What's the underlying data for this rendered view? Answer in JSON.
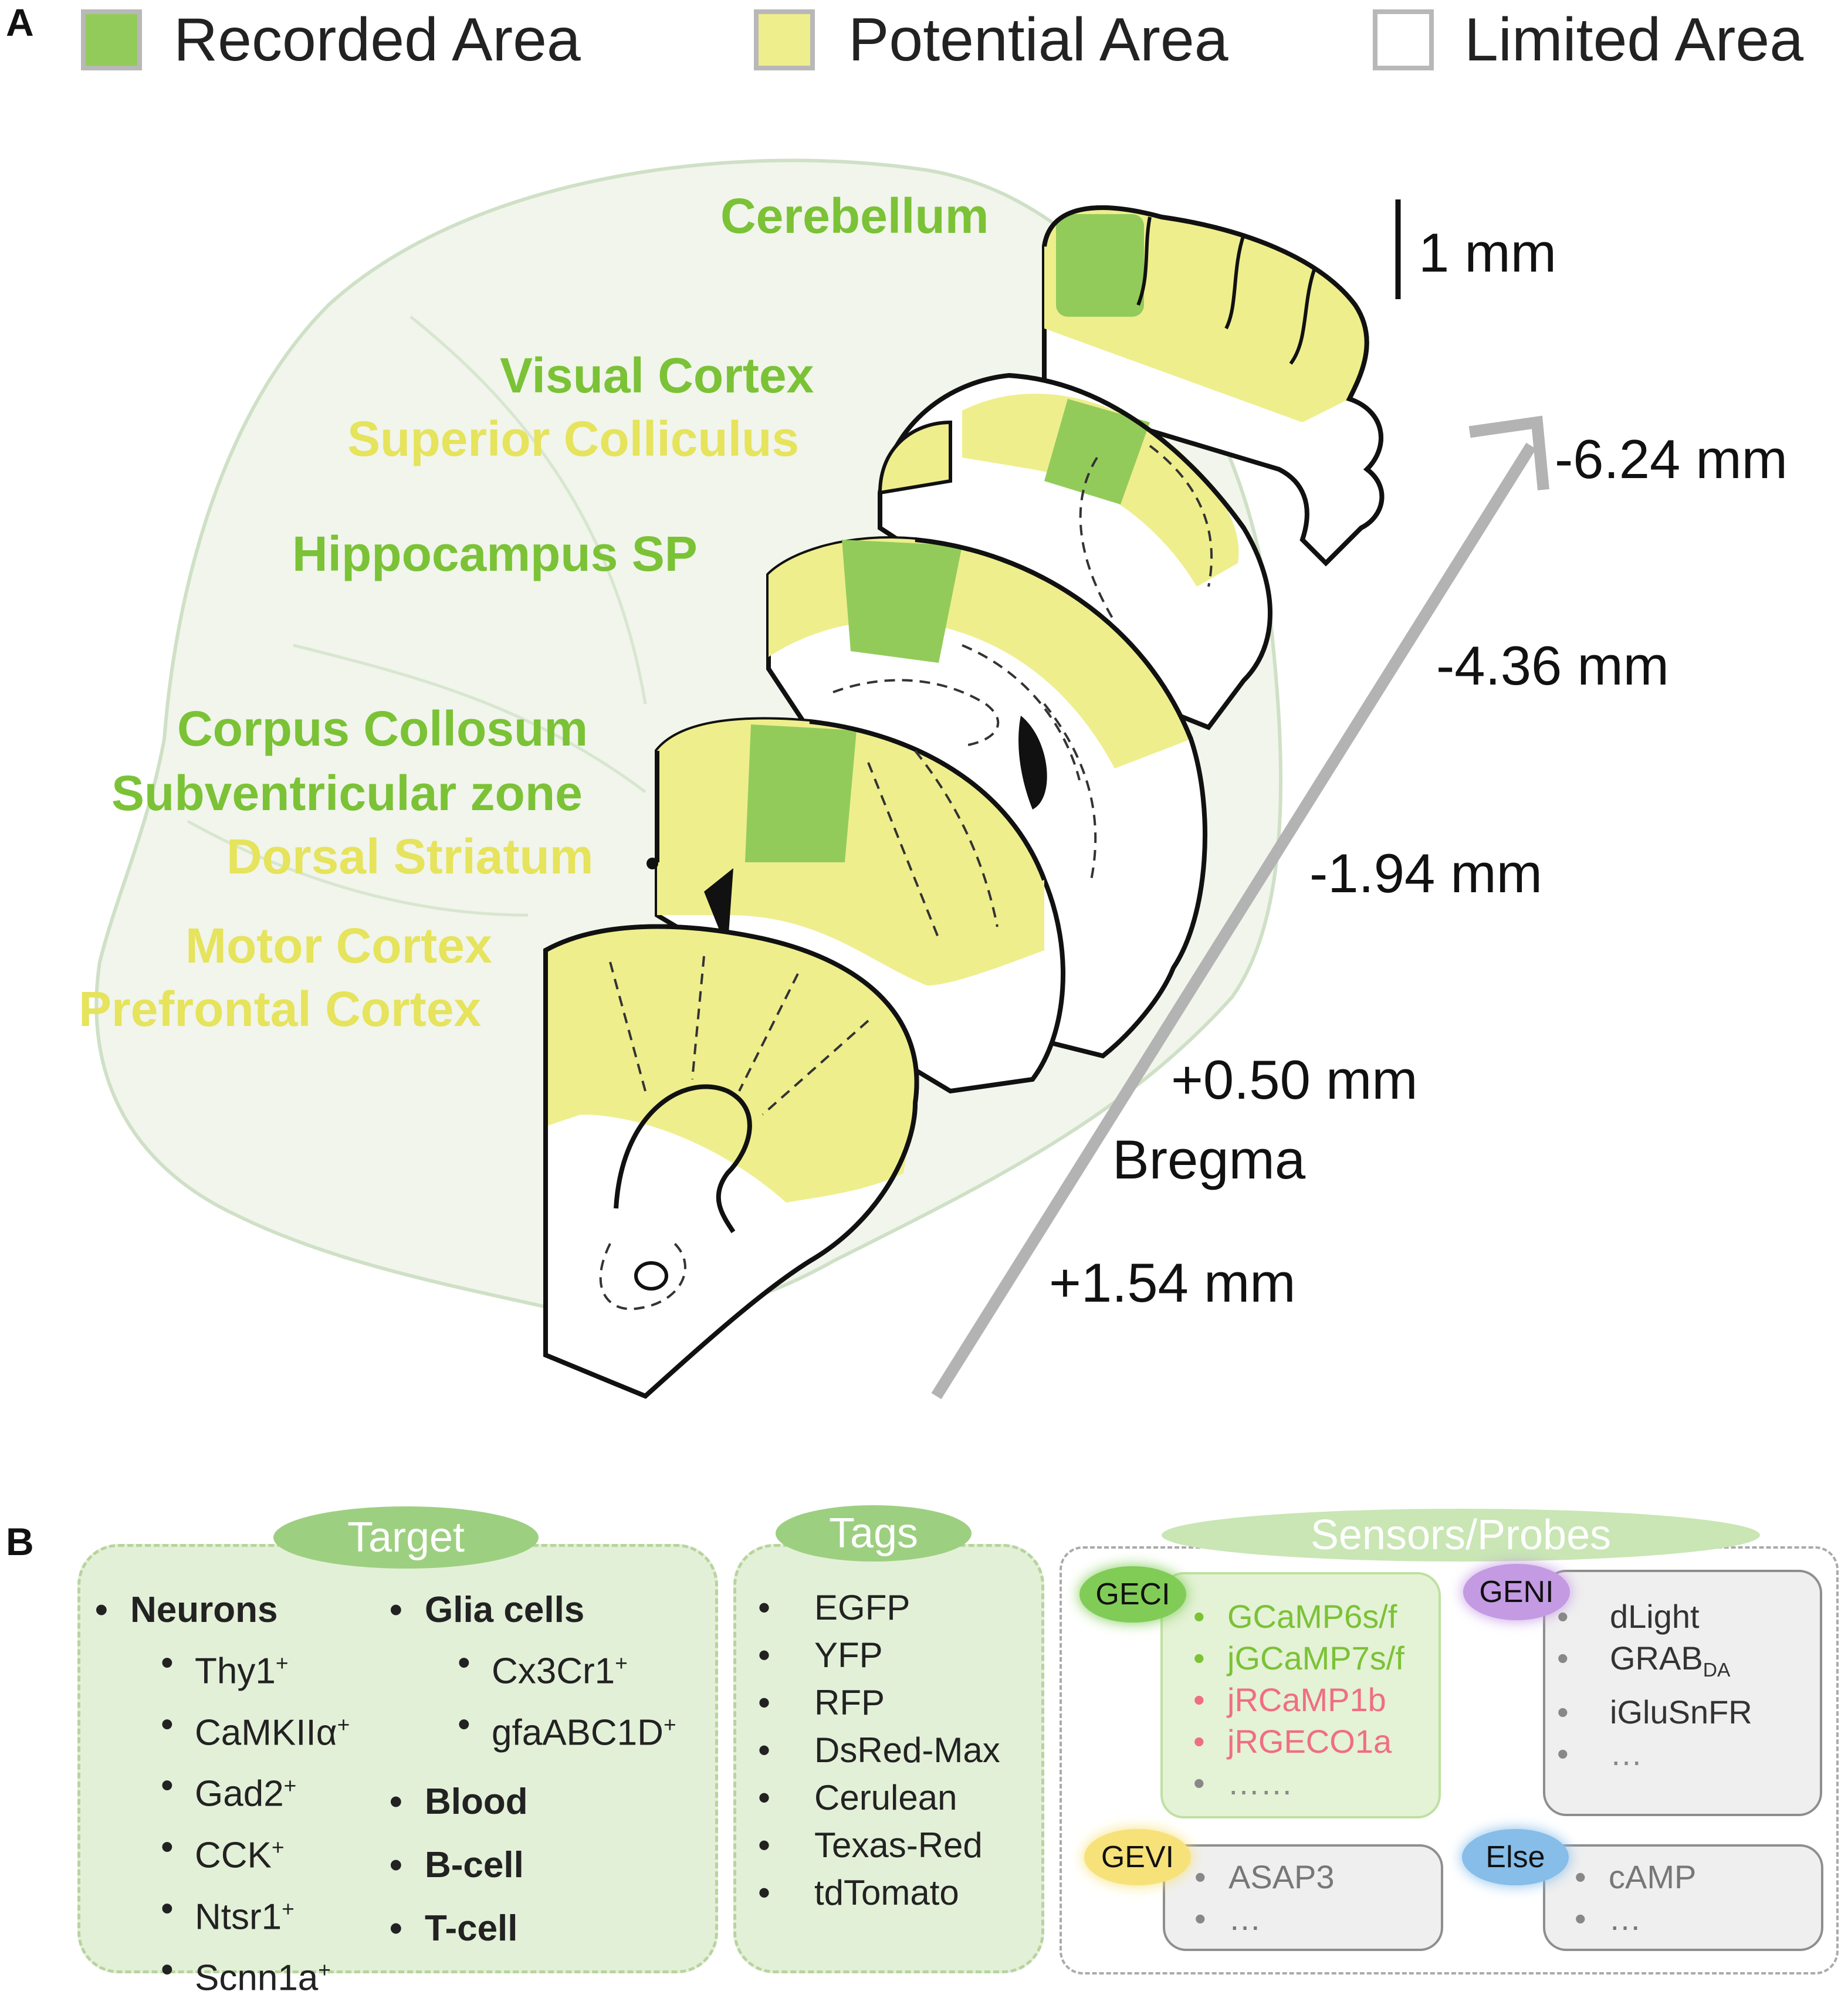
{
  "panel_a": {
    "letter": "A",
    "legend": [
      {
        "label": "Recorded Area",
        "color": "#93cb5b"
      },
      {
        "label": "Potential Area",
        "color": "#eeee8d"
      },
      {
        "label": "Limited Area",
        "color": "#ffffff"
      }
    ],
    "regions": {
      "cerebellum": "Cerebellum",
      "visual_cortex": "Visual Cortex",
      "superior_colliculus": "Superior Colliculus",
      "hippocampus": "Hippocampus SP",
      "corpus_collosum": "Corpus Collosum",
      "subventricular": "Subventricular zone",
      "dorsal_striatum": "Dorsal Striatum",
      "motor_cortex": "Motor Cortex",
      "prefrontal_cortex": "Prefrontal Cortex"
    },
    "scale_bar": "1 mm",
    "coordinates": [
      "-6.24 mm",
      "-4.36 mm",
      "-1.94 mm",
      "+0.50 mm",
      "Bregma",
      "+1.54 mm"
    ],
    "colors": {
      "recorded": "#93cb5b",
      "potential": "#eeee8d",
      "region_green": "#7bc236",
      "region_yellow": "#e6e35c"
    }
  },
  "panel_b": {
    "letter": "B",
    "target": {
      "header": "Target",
      "col1": {
        "heading": "Neurons",
        "items": [
          {
            "name": "Thy1",
            "sup": "+"
          },
          {
            "name": "CaMKIIα",
            "sup": "+"
          },
          {
            "name": "Gad2",
            "sup": "+"
          },
          {
            "name": "CCK",
            "sup": "+"
          },
          {
            "name": "Ntsr1",
            "sup": "+"
          },
          {
            "name": "Scnn1a",
            "sup": "+"
          }
        ]
      },
      "col2": {
        "heading": "Glia cells",
        "items": [
          {
            "name": "Cx3Cr1",
            "sup": "+"
          },
          {
            "name": "gfaABC1D",
            "sup": "+"
          }
        ],
        "others": [
          "Blood",
          "B-cell",
          "T-cell"
        ]
      }
    },
    "tags": {
      "header": "Tags",
      "items": [
        "EGFP",
        "YFP",
        "RFP",
        "DsRed-Max",
        "Cerulean",
        "Texas-Red",
        "tdTomato"
      ]
    },
    "sensors": {
      "header": "Sensors/Probes",
      "geci": {
        "label": "GECI",
        "items": [
          "GCaMP6s/f",
          "jGCaMP7s/f",
          "jRCaMP1b",
          "jRGECO1a",
          "……"
        ]
      },
      "geni": {
        "label": "GENI",
        "items": [
          "dLight",
          "GRAB",
          "iGluSnFR",
          "…"
        ],
        "grab_sub": "DA"
      },
      "gevi": {
        "label": "GEVI",
        "items": [
          "ASAP3",
          "…"
        ]
      },
      "else": {
        "label": "Else",
        "items": [
          "cAMP",
          "…"
        ]
      }
    }
  }
}
